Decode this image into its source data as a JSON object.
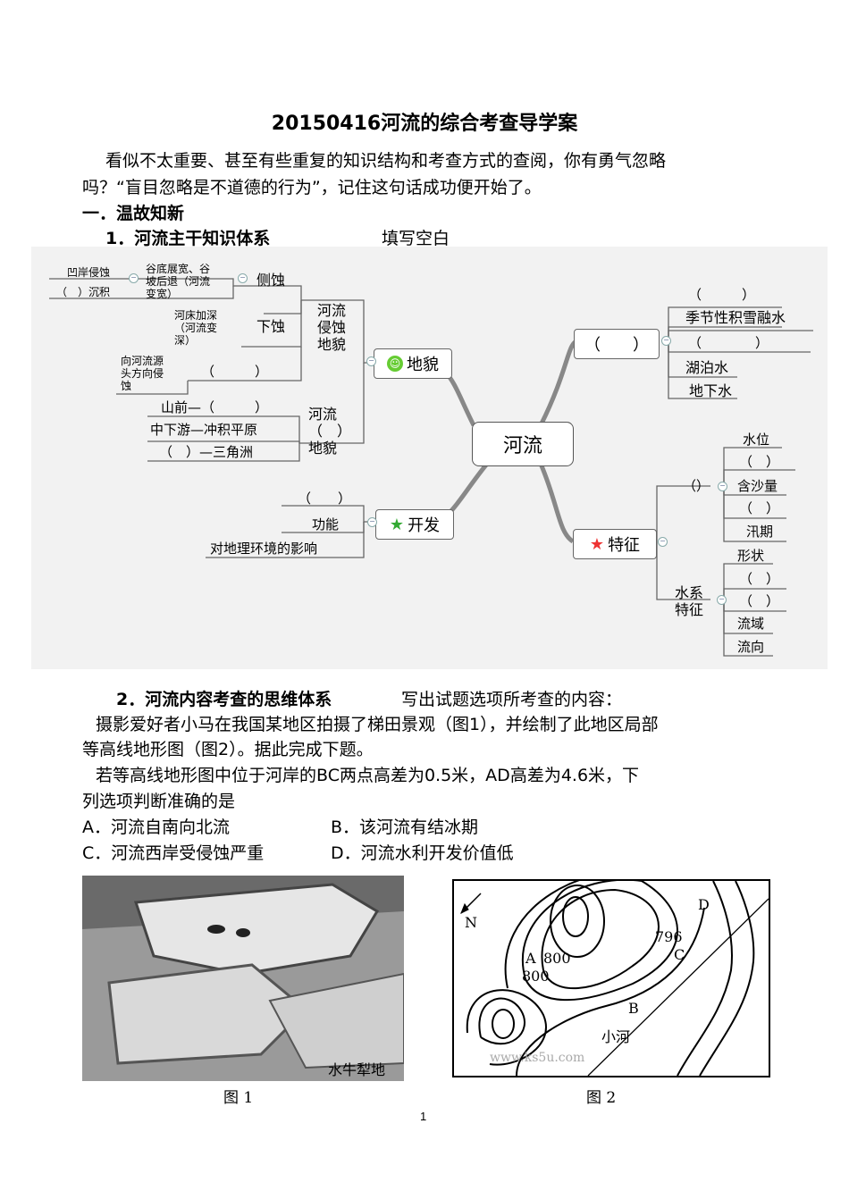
{
  "title": "20150416河流的综合考查导学案",
  "intro_line1": "看似不太重要、甚至有些重复的知识结构和考查方式的查阅，你有勇气忽略",
  "intro_line2": "吗？“盲目忽略是不道德的行为”，记住这句话成功便开始了。",
  "section1": "一．温故知新",
  "sub1": "1．河流主干知识体系",
  "sub1_note": "填写空白",
  "mindmap": {
    "center": "河流",
    "landform": "地貌",
    "develop": "开发",
    "feature": "特征",
    "supply": "（　　）",
    "erosion": "河流\n侵蚀\n地貌",
    "lateral": "侧蚀",
    "downcut": "下蚀",
    "lateral_a": "凹岸侵蚀",
    "lateral_b": "（　）沉积",
    "lateral_desc": "谷底展宽、谷\n坡后退（河流\n变宽）",
    "down_desc": "河床加深\n（河流变\n深）",
    "head_desc": "向河流源\n头方向侵\n蚀",
    "head_blank": "（　　　）",
    "dep": "河流\n（　）\n地貌",
    "dep_a": "山前—（　　　）",
    "dep_b": "中下游—冲积平原",
    "dep_c": "（　）—三角洲",
    "dev_a": "（　　）",
    "dev_b": "功能",
    "dev_c": "对地理环境的影响",
    "sup_a": "（　　　）",
    "sup_b": "季节性积雪融水",
    "sup_c": "（　　　　）",
    "sup_d": "湖泊水",
    "sup_e": "地下水",
    "hydro": "（）",
    "hy_a": "水位",
    "hy_b": "（　）",
    "hy_c": "含沙量",
    "hy_d": "（　）",
    "hy_e": "汛期",
    "system": "水系\n特征",
    "sy_a": "形状",
    "sy_b": "（　）",
    "sy_c": "（　）",
    "sy_d": "流域",
    "sy_e": "流向"
  },
  "sub2": "2．河流内容考查的思维体系",
  "sub2_note": "写出试题选项所考查的内容：",
  "q1_line1": "摄影爱好者小马在我国某地区拍摄了梯田景观（图1），并绘制了此地区局部",
  "q1_line2": "等高线地形图（图2）。据此完成下题。",
  "q2_line1": "若等高线地形图中位于河岸的BC两点高差为0.5米，AD高差为4.6米，下",
  "q2_line2": "列选项判断准确的是",
  "options": {
    "A": "A．河流自南向北流",
    "B": "B．该河流有结冰期",
    "C": "C．河流西岸受侵蚀严重",
    "D": "D．河流水利开发价值低"
  },
  "fig1_label": "水牛犁地",
  "fig1_caption": "图 1",
  "fig2_caption": "图 2",
  "map_labels": {
    "N": "N",
    "A": "A",
    "B": "B",
    "C": "C",
    "D": "D",
    "v1": "800",
    "v2": "800",
    "v3": "796",
    "river": "小河",
    "watermark": "www.ks5u.com"
  },
  "page_number": "1",
  "colors": {
    "mindmap_bg": "#f2f2f2",
    "star": "#e33",
    "green_star": "#3a3",
    "smile": "#6c3"
  }
}
